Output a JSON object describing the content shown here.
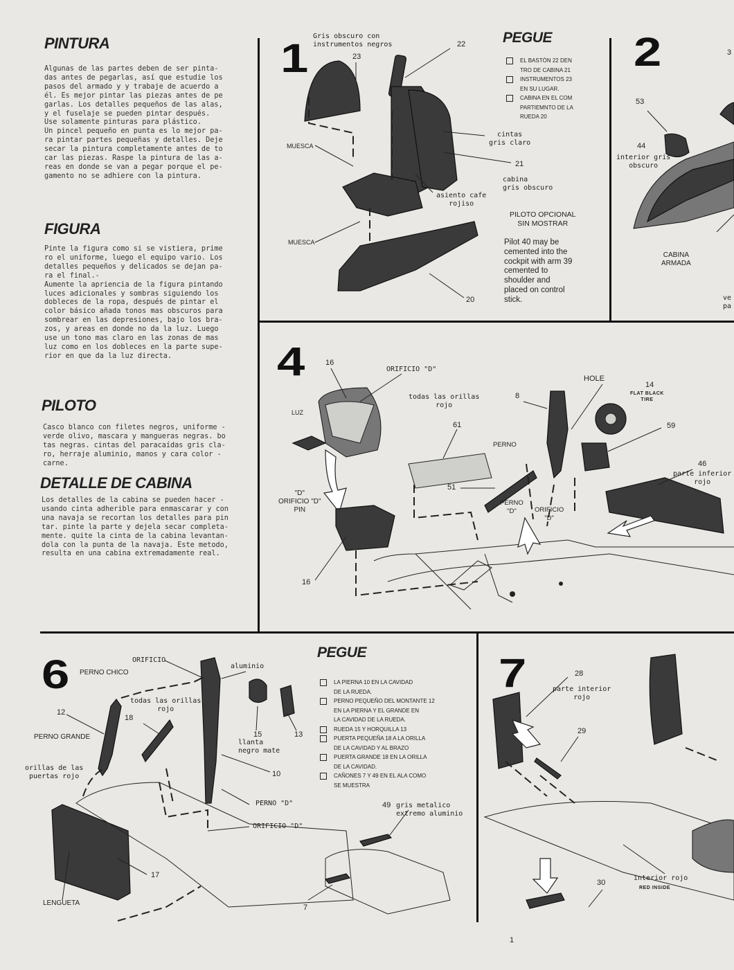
{
  "left_column": {
    "pintura": {
      "title": "PINTURA",
      "body": "Algunas de las partes deben de ser pinta-\ndas antes de pegarlas, así que estudie los\npasos del armado y y trabaje de acuerdo a\nél. Es mejor pintar las piezas antes de pe\ngarlas. Los detalles pequeños de las alas,\ny el fuselaje se pueden pintar después.\nUse solamente pinturas para plástico.\nUn pincel pequeño en punta es lo mejor pa-\nra pintar partes pequeñas y detalles. Deje\nsecar la pintura completamente antes de to\ncar las piezas. Raspe la pintura de las a-\nreas en donde se van a pegar porque el pe-\ngamento no se adhiere con la pintura."
    },
    "figura": {
      "title": "FIGURA",
      "body": "Pinte la figura como si se vistiera, prime\nro el uniforme, luego el equipo vario. Los\ndetalles pequeños y delicados se dejan pa-\nra el final.-\nAumente la apriencia de la figura pintando\nluces adicionales y sombras siguiendo los\ndobleces de la ropa, después de pintar el\ncolor básico añada tonos mas obscuros para\nsombrear en las depresiones, bajo los bra-\nzos, y areas en donde no da la luz. Luego\nuse un tono mas claro en las zonas de mas\nluz como en los dobleces en la parte supe-\nrior en que da la luz directa."
    },
    "piloto": {
      "title": "PILOTO",
      "body": "Casco blanco con filetes negros, uniforme -\nverde olivo, mascara y mangueras negras. bo\ntas negras. cintas del paracaídas gris cla-\nro, herraje aluminio, manos y cara color -\ncarne."
    },
    "detalle_cabina": {
      "title": "DETALLE DE CABINA",
      "body": "Los detalles de la cabina se pueden hacer -\nusando cinta adherible para enmascarar y con\nuna navaja se recortan los detalles para pin\ntar. pinte la parte y dejela secar completa-\nmente. quite la cinta de la cabina levantan-\ndola con la punta de la navaja. Este metodo,\nresulta en una cabina extremadamente real."
    }
  },
  "step1": {
    "number": "1",
    "labels": {
      "gris_obscuro": "Gris obscuro con\ninstrumentos negros",
      "n23": "23",
      "n22": "22",
      "muesca1": "MUESCA",
      "muesca2": "MUESCA",
      "cintas": "cintas\ngris claro",
      "n21": "21",
      "cabina": "cabina\ngris obscuro",
      "asiento": "asiento cafe\nrojiso",
      "n20": "20"
    },
    "pegue_title": "PEGUE",
    "pegue_items": [
      "El bastón 22 den\ntro de cabina 21",
      "Instrumentos 23\nen su lugar.",
      "Cabina en el com\npartiemnto de la\nrueda 20"
    ],
    "piloto_opcional": "PILOTO OPCIONAL\nSIN MOSTRAR",
    "pilot_note": "Pilot 40 may be\ncemented into the\ncockpit with arm 39\ncemented to\nshoulder and\nplaced on control\nstick."
  },
  "step2": {
    "number": "2",
    "labels": {
      "n53": "53",
      "n44": "44",
      "interior": "interior gris\nobscuro",
      "cabina_armada": "CABINA\nARMADA",
      "ve": "ve\npa",
      "n3": "3"
    }
  },
  "step4": {
    "number": "4",
    "labels": {
      "n16a": "16",
      "orificio_d_top": "ORIFICIO \"D\"",
      "luz": "LUZ",
      "todas_orillas": "todas las orillas\nrojo",
      "n8": "8",
      "hole": "HOLE",
      "n14": "14",
      "flat_black": "FLAT BLACK\nTIRE",
      "n61": "61",
      "n59": "59",
      "perno": "PERNO",
      "n46": "46",
      "parte_interior": "parte inferior\nrojo",
      "d_pin": "\"D\"\nORIFICIO \"D\"\nPIN",
      "n51": "51",
      "perno_d": "PERNO\n\"D\"",
      "orificio_d2": "ORIFICIO\n\"D\"",
      "n16b": "16"
    }
  },
  "step6": {
    "number": "6",
    "labels": {
      "orificio": "ORIFICIO",
      "perno_chico": "PERNO CHICO",
      "aluminio": "aluminio",
      "todas_orillas": "todas las orillas\nrojo",
      "n12": "12",
      "n18": "18",
      "perno_grande": "PERNO GRANDE",
      "n15": "15",
      "n13": "13",
      "llanta": "llanta\nnegro mate",
      "orillas_puertas": "orillas de las\npuertas rojo",
      "n10": "10",
      "perno_d": "PERNO \"D\"",
      "orificio_d": "ORIFICIO \"D\"",
      "n17": "17",
      "lengueta": "LENGUETA"
    },
    "pegue_title": "PEGUE",
    "pegue_items": [
      "La pierna 10 en  la cavidad\nde la rueda.",
      "Perno pequeño del montante 12\nen la pierna y el grande en\nla cavidad de la rueda.",
      "Rueda 15 y horquilla 13",
      "Puerta pequeña 18 a la orilla\nde la cavidad y al brazo",
      "Puerta grande 18 en la orilla\nde la cavidad.",
      "Cañones 7 y 49 en el ala como\nse muestra"
    ],
    "cannon_labels": {
      "n49": "49",
      "gris_metalico": "gris metalico\nextremo aluminio",
      "n7": "7"
    }
  },
  "step7": {
    "number": "7",
    "labels": {
      "n28": "28",
      "parte_interior": "parte interior\nrojo",
      "n29": "29",
      "interior_rojo": "interior rojo",
      "red_inside": "RED INSIDE",
      "n30": "30"
    }
  },
  "footer": {
    "page": "1"
  }
}
